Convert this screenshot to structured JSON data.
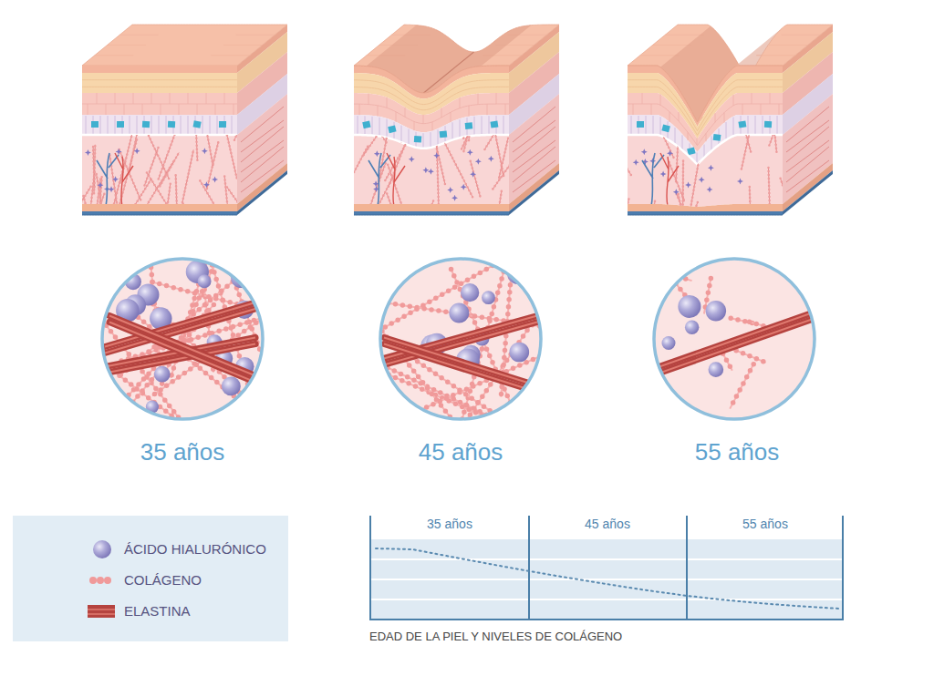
{
  "diagram": {
    "labels": [
      "35 años",
      "45 años",
      "55 años",
      "35 años",
      "45 años",
      "55 años",
      "EDAD DE LA PIEL Y NIVELES DE COLÁGENO"
    ],
    "legend": [
      {
        "text": "ÁCIDO HIALURÓNICO"
      },
      {
        "text": "COLÁGENO"
      },
      {
        "text": "ELASTINA"
      }
    ]
  }
}
